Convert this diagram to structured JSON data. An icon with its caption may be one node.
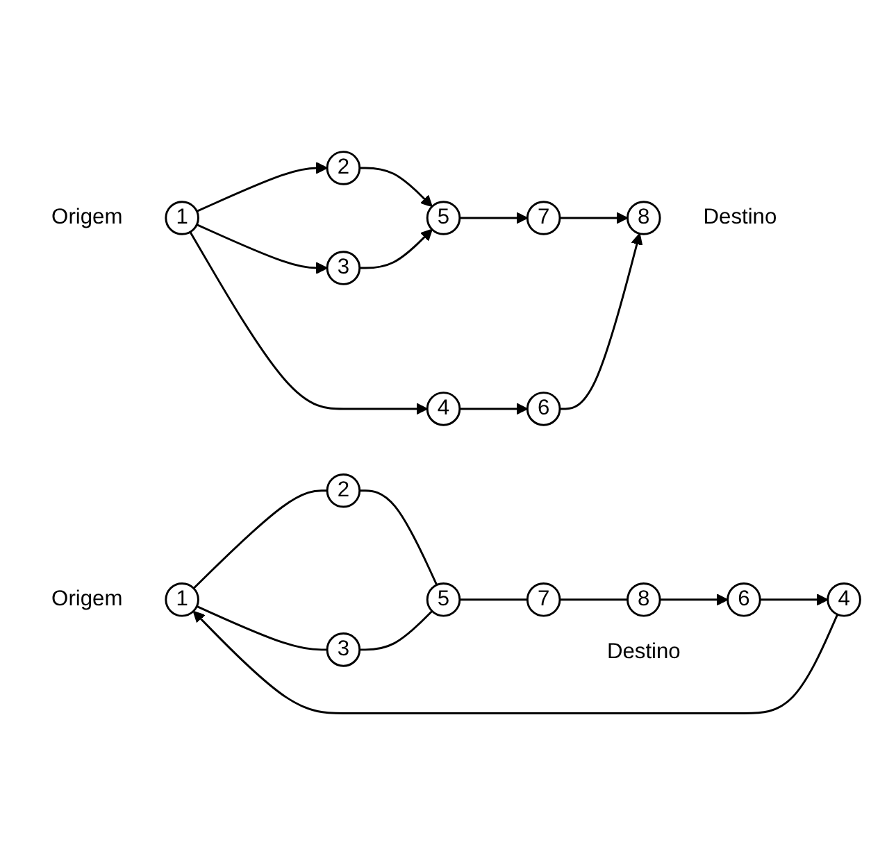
{
  "diagram": {
    "nodes": [
      {
        "text": [
          "1"
        ],
        "beside": [
          "Origem"
        ]
      },
      {
        "text": [
          "2"
        ]
      },
      {
        "text": [
          "3"
        ]
      },
      {
        "text": [
          "4"
        ]
      },
      {
        "text": [
          "5"
        ]
      },
      {
        "text": [
          "6"
        ]
      },
      {
        "text": [
          "7"
        ]
      },
      {
        "text": [
          "8"
        ],
        "beside": [
          "Destino"
        ]
      },
      {
        "text": [
          "1"
        ],
        "beside": [
          "Origem"
        ]
      },
      {
        "text": [
          "2"
        ]
      },
      {
        "text": [
          "3"
        ]
      },
      {
        "text": [
          "4"
        ]
      },
      {
        "text": [
          "5"
        ]
      },
      {
        "text": [
          "6"
        ]
      },
      {
        "text": [
          "7"
        ]
      },
      {
        "text": [
          "8"
        ],
        "beside": [
          "Destino"
        ]
      }
    ],
    "edges": [
      {
        "from": 0,
        "to": 1,
        "arrow": "to"
      },
      {
        "from": 1,
        "to": 4,
        "arrow": "to"
      },
      {
        "from": 0,
        "to": 2,
        "arrow": "to"
      },
      {
        "from": 2,
        "to": 4,
        "arrow": "to"
      },
      {
        "from": 4,
        "to": 6,
        "arrow": "to"
      },
      {
        "from": 6,
        "to": 7,
        "arrow": "to"
      },
      {
        "from": 0,
        "to": 3,
        "arrow": "to"
      },
      {
        "from": 3,
        "to": 5,
        "arrow": "to"
      },
      {
        "from": 5,
        "to": 7,
        "arrow": "to"
      },
      {
        "from": 8,
        "to": 9,
        "arrow": "none"
      },
      {
        "from": 9,
        "to": 12,
        "arrow": "none"
      },
      {
        "from": 8,
        "to": 10,
        "arrow": "none"
      },
      {
        "from": 10,
        "to": 12,
        "arrow": "none"
      },
      {
        "from": 12,
        "to": 14,
        "arrow": "none"
      },
      {
        "from": 14,
        "to": 15,
        "arrow": "none"
      },
      {
        "from": 15,
        "to": 13,
        "arrow": "to"
      },
      {
        "from": 13,
        "to": 11,
        "arrow": "to"
      },
      {
        "from": 11,
        "to": 8,
        "arrow": "to"
      }
    ]
  }
}
